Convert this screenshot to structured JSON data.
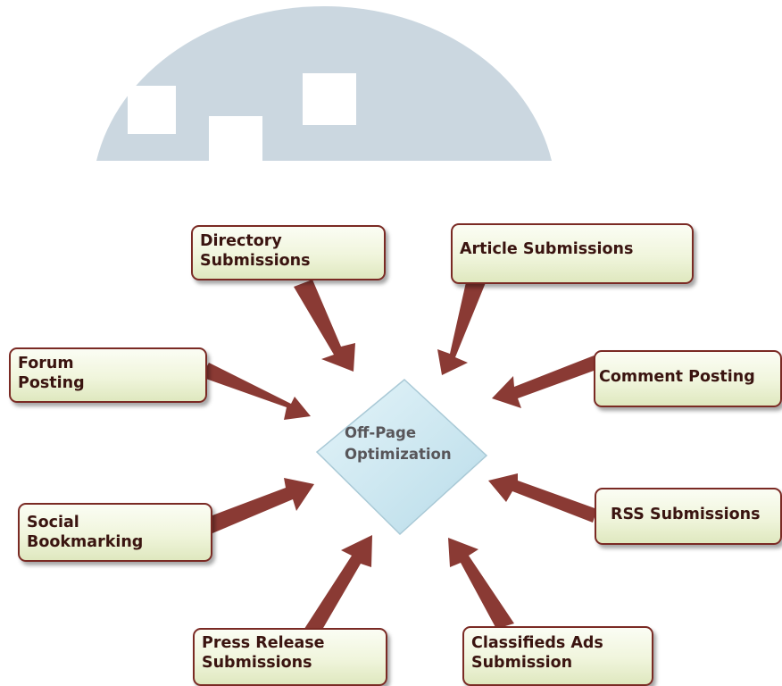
{
  "center": {
    "line1": "Off-Page",
    "line2": "Optimization"
  },
  "nodes": [
    {
      "id": "directory",
      "line1": "Directory",
      "line2": "Submissions"
    },
    {
      "id": "article",
      "line1": "Article Submissions",
      "line2": ""
    },
    {
      "id": "forum",
      "line1": "Forum",
      "line2": "Posting"
    },
    {
      "id": "comment",
      "line1": "Comment Posting",
      "line2": ""
    },
    {
      "id": "social",
      "line1": "Social",
      "line2": "Bookmarking"
    },
    {
      "id": "rss",
      "line1": "RSS Submissions",
      "line2": ""
    },
    {
      "id": "press",
      "line1": "Press Release",
      "line2": "Submissions"
    },
    {
      "id": "classifieds",
      "line1": "Classifieds Ads",
      "line2": "Submission"
    }
  ],
  "colors": {
    "arrow": "#8a3a34",
    "box_border": "#7a2a24",
    "diamond_fill": "#cfe9f2",
    "diamond_border": "#a9c9d6",
    "watermark": "#cbd7e0"
  }
}
